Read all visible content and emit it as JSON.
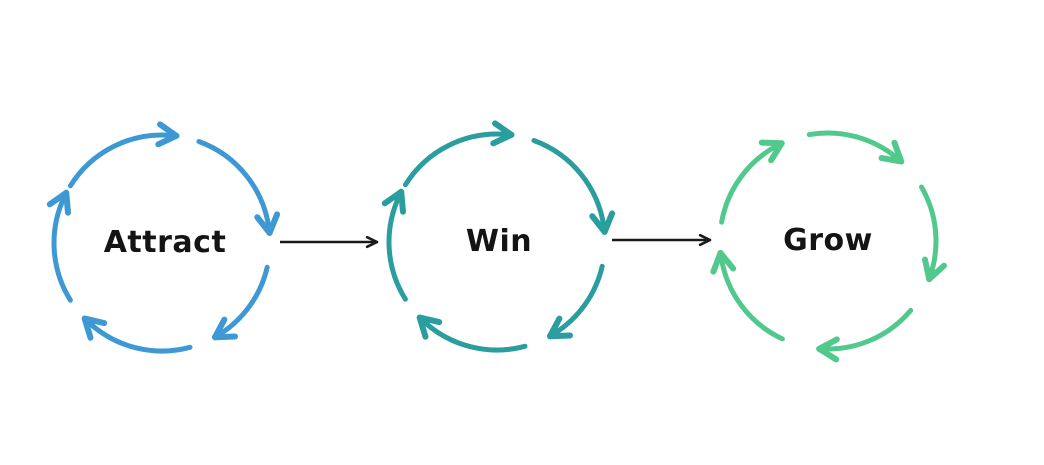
{
  "diagram": {
    "type": "process-cycle-flow",
    "stages": [
      {
        "label": "Attract",
        "color": "#3d98d3",
        "icon": "cycle-arrows-icon"
      },
      {
        "label": "Win",
        "color": "#2a9d9e",
        "icon": "cycle-arrows-icon"
      },
      {
        "label": "Grow",
        "color": "#52c98c",
        "icon": "cycle-arrows-icon"
      }
    ],
    "connectors": [
      {
        "from": "Attract",
        "to": "Win"
      },
      {
        "from": "Win",
        "to": "Grow"
      }
    ],
    "connector_color": "#1a1a1a",
    "background_color": "#ffffff"
  }
}
